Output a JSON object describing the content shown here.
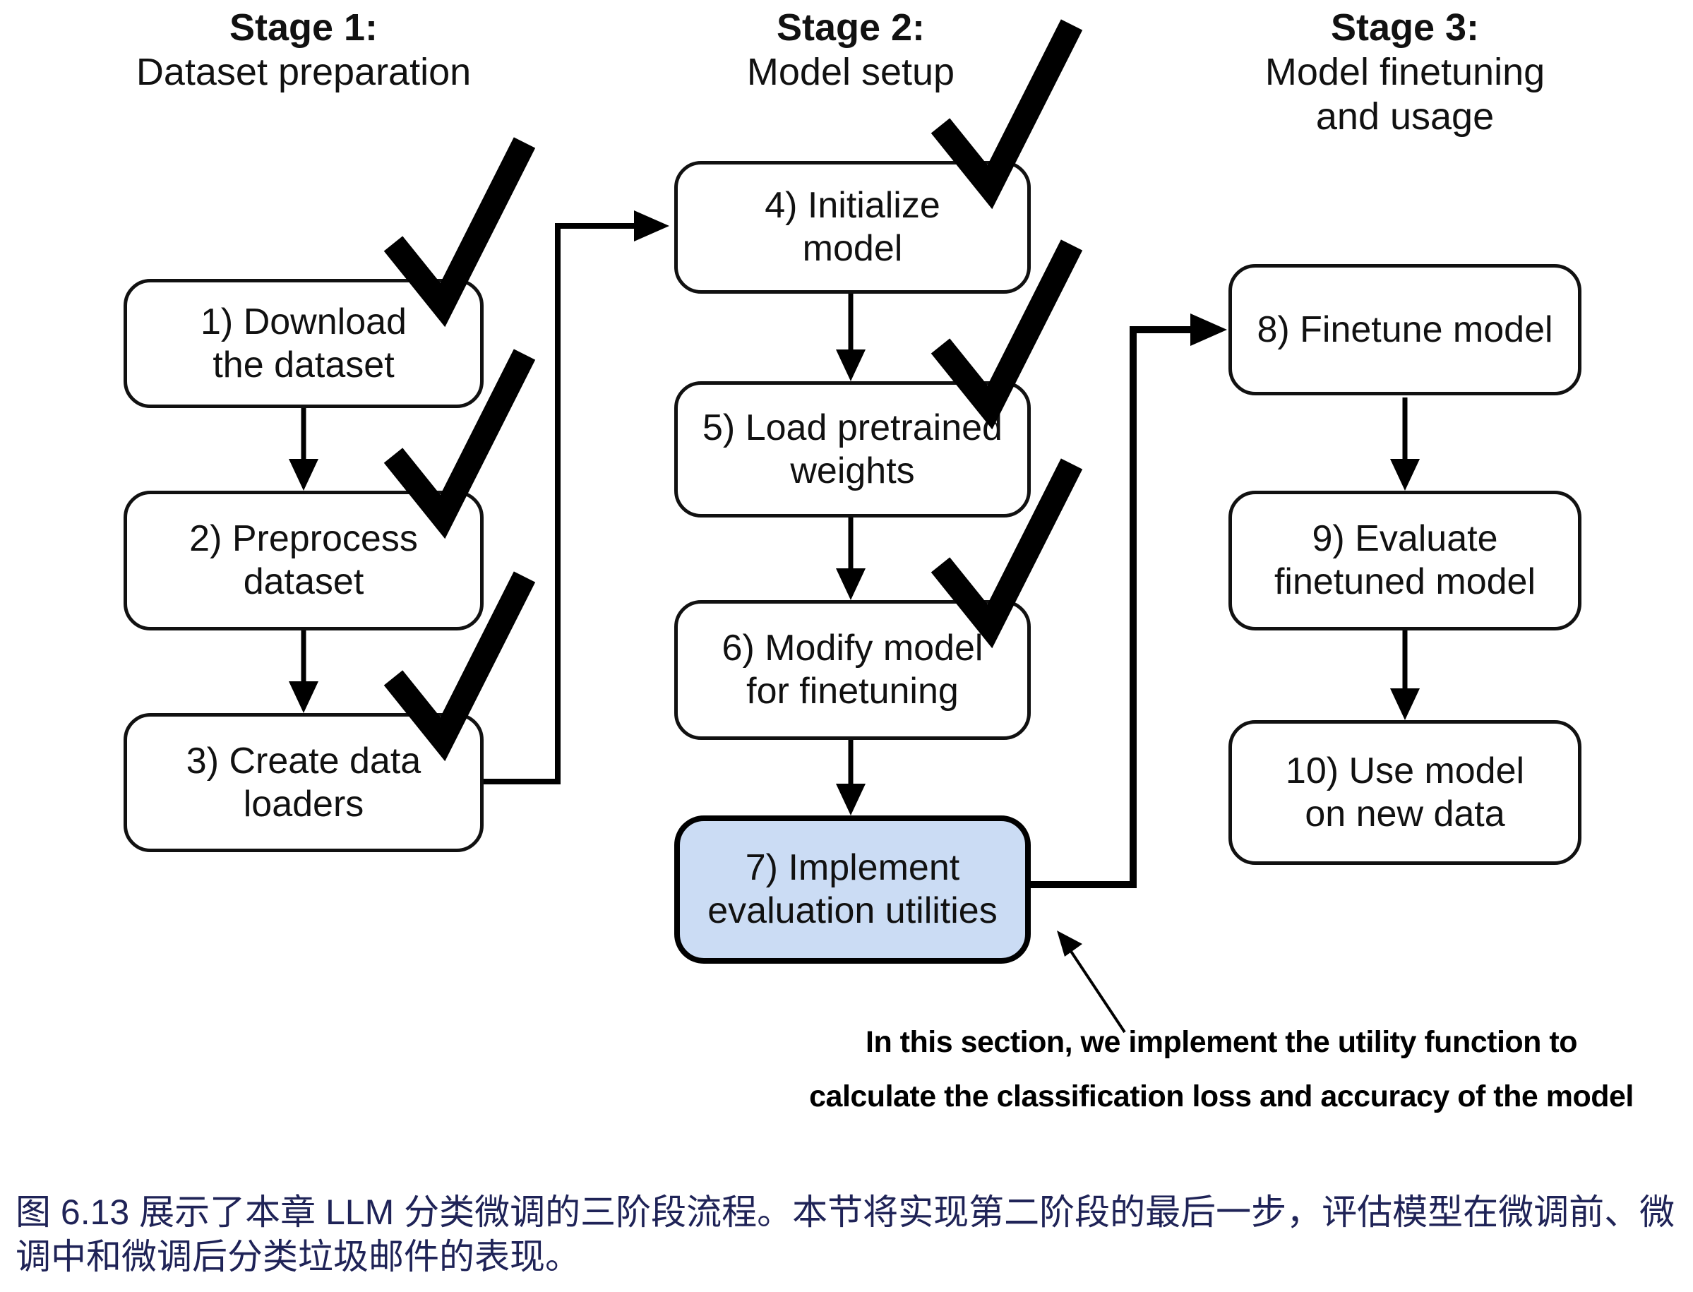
{
  "stages": [
    {
      "title": "Stage 1:",
      "subtitle1": "Dataset preparation",
      "subtitle2": ""
    },
    {
      "title": "Stage 2:",
      "subtitle1": "Model setup",
      "subtitle2": ""
    },
    {
      "title": "Stage 3:",
      "subtitle1": "Model finetuning",
      "subtitle2": "and usage"
    }
  ],
  "boxes": {
    "b1": {
      "line1": "1) Download",
      "line2": "the dataset"
    },
    "b2": {
      "line1": "2) Preprocess",
      "line2": "dataset"
    },
    "b3": {
      "line1": "3) Create data",
      "line2": "loaders"
    },
    "b4": {
      "line1": "4) Initialize",
      "line2": "model"
    },
    "b5": {
      "line1": "5) Load pretrained",
      "line2": "weights"
    },
    "b6": {
      "line1": "6) Modify model",
      "line2": "for finetuning"
    },
    "b7": {
      "line1": "7) Implement",
      "line2": "evaluation utilities"
    },
    "b8": {
      "line1": "8) Finetune model",
      "line2": ""
    },
    "b9": {
      "line1": "9) Evaluate",
      "line2": "finetuned model"
    },
    "b10": {
      "line1": "10) Use model",
      "line2": "on new data"
    }
  },
  "annotation": {
    "line1": "In this section, we implement the utility function to",
    "line2": "calculate the classification loss and accuracy of the model"
  },
  "caption": {
    "line1": "图 6.13 展示了本章 LLM 分类微调的三阶段流程。本节将实现第二阶段的最后一步，评估模型在微调前、微",
    "line2": "调中和微调后分类垃圾邮件的表现。"
  },
  "colors": {
    "highlight_fill": "#cbdcf4",
    "line_color": "#000000",
    "caption_text": "#1f2357"
  }
}
